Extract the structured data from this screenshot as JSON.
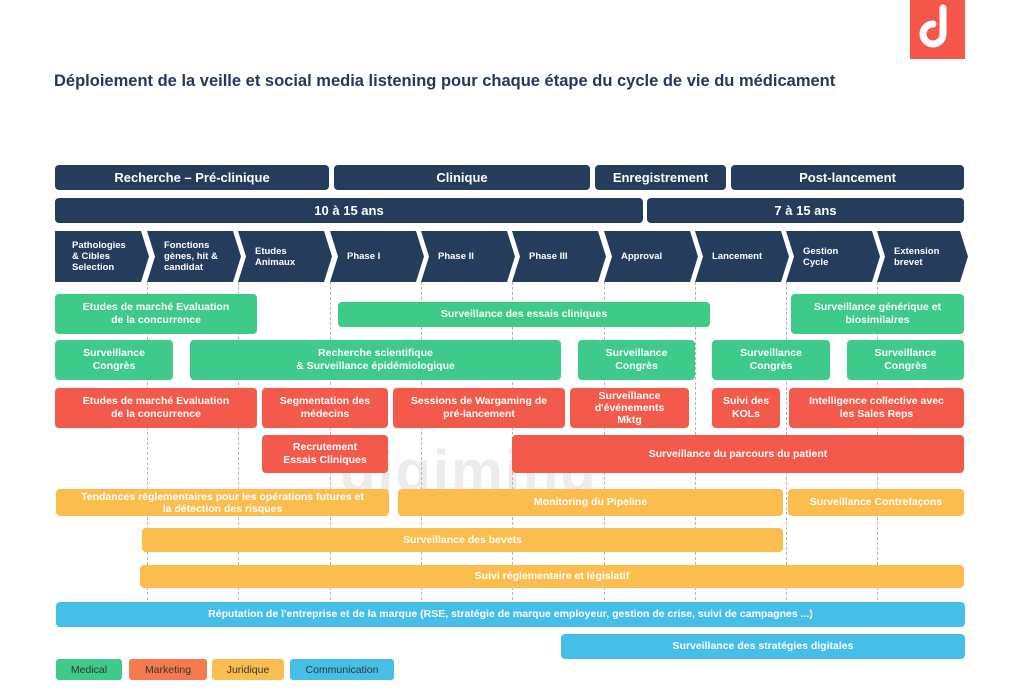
{
  "title": "Déploiement de la veille et social media listening pour chaque étape du cycle de vie du médicament",
  "watermark": "digimind",
  "colors": {
    "navy": "#263c5c",
    "medical": "#3ecb89",
    "marketing": "#f45a4b",
    "juridique": "#fcbd4f",
    "communication": "#45bfe8",
    "logo": "#f4574a"
  },
  "headers": {
    "row1": [
      "Recherche – Pré-clinique",
      "Clinique",
      "Enregistrement",
      "Post-lancement"
    ],
    "row2": [
      "10 à 15  ans",
      "7 à 15 ans"
    ]
  },
  "stages": [
    "Pathologies\n& Cibles\nSelection",
    "Fonctions\ngènes, hit &\ncandidat",
    "Etudes\nAnimaux",
    "Phase I",
    "Phase II",
    "Phase III",
    "Approval",
    "Lancement",
    "Gestion\nCycle",
    "Extension\nbrevet"
  ],
  "medical": [
    "Etudes de marché Evaluation\nde la concurrence",
    "Surveillance des essais cliniques",
    "Surveillance générique et\nbiosimilaires",
    "Surveillance\nCongrès",
    "Recherche scientifique\n& Surveillance épidémiologique",
    "Surveillance\nCongrès",
    "Surveillance\nCongrès",
    "Surveillance\nCongrès"
  ],
  "marketing": [
    "Etudes de marché Evaluation\nde la concurrence",
    "Segmentation des\nmédecins",
    "Sessions de Wargaming de\npré-lancement",
    "Surveillance\nd'événements\nMktg",
    "Suivi des\nKOLs",
    "Intelligence collective avec\nles Sales Reps",
    "Recrutement\nEssais Cliniques",
    "Surveillance du parcours du patient"
  ],
  "juridique": [
    "Tendances réglementaires pour les opérations futures et\nla détection des risques",
    "Monitoring du Pipeline",
    "Surveillance Contrefaçons",
    "Surveillance des bevets",
    "Suivi réglementaire et législatif"
  ],
  "communication": [
    "Réputation de l'entreprise et de la marque (RSE, stratégie de marque employeur, gestion de crise, suivi de campagnes ...)",
    "Surveillance des stratégies digitales"
  ],
  "legend": [
    "Medical",
    "Marketing",
    "Juridique",
    "Communication"
  ]
}
